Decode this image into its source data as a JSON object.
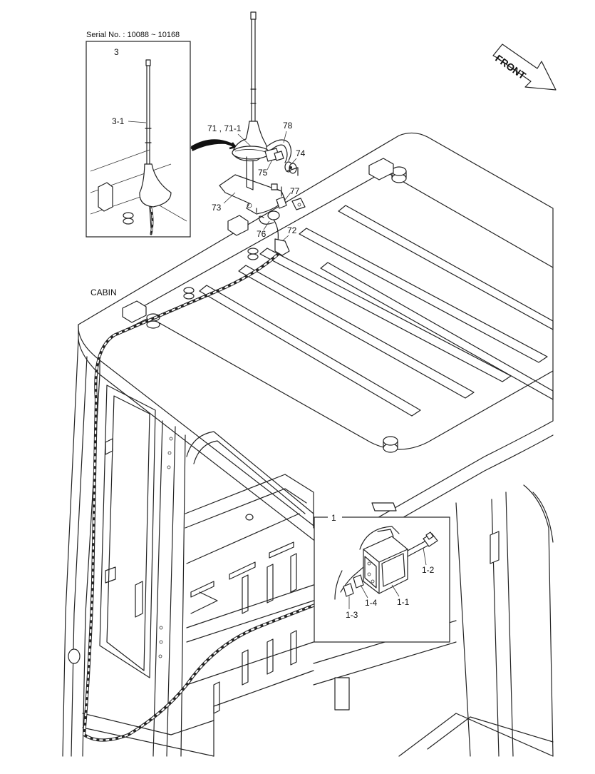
{
  "diagram": {
    "serial_label": "Serial No. : 10088 ~ 10168",
    "cabin_label": "CABIN",
    "front_label": "FRONT",
    "callouts": {
      "c3": "3",
      "c3_1": "3-1",
      "c71": "71 , 71-1",
      "c78": "78",
      "c74": "74",
      "c75": "75",
      "c77": "77",
      "c73": "73",
      "c76": "76",
      "c72": "72",
      "c1": "1",
      "c1_2": "1-2",
      "c1_1": "1-1",
      "c1_4": "1-4",
      "c1_3": "1-3"
    }
  }
}
